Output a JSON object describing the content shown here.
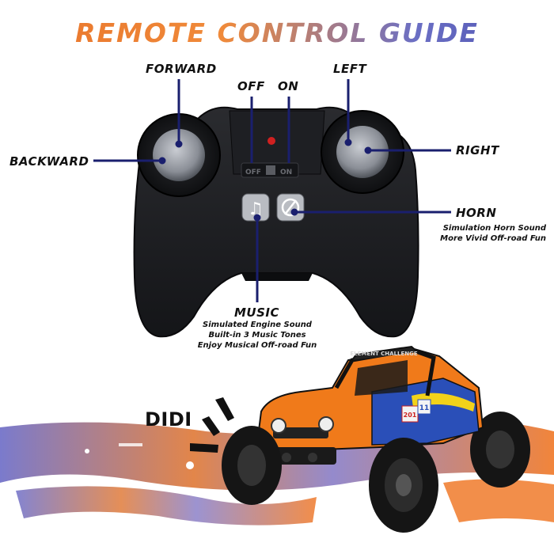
{
  "title": "REMOTE CONTROL GUIDE",
  "labels": {
    "forward": "FORWARD",
    "off": "OFF",
    "on": "ON",
    "left": "LEFT",
    "backward": "BACKWARD",
    "right": "RIGHT",
    "horn": "HORN",
    "music": "MUSIC",
    "didi": "DIDI"
  },
  "horn_desc": [
    "Simulation Horn Sound",
    "More Vivid Off-road Fun"
  ],
  "music_desc": [
    "Simulated Engine Sound",
    "Built-in 3 Music Tones",
    "Enjoy Musical Off-road Fun"
  ],
  "switch_text": {
    "off": "OFF",
    "on": "ON"
  },
  "truck": {
    "roof_text": "ELEMENT CHALLENGE",
    "number": "201",
    "side_number": "11"
  },
  "colors": {
    "pointer_line": "#1a1f6e",
    "title_orange": "#e8732a",
    "title_blue": "#4a4fb0",
    "controller": "#1b1c1f",
    "truck_orange": "#f07a1a",
    "truck_blue": "#2a4fb8"
  }
}
